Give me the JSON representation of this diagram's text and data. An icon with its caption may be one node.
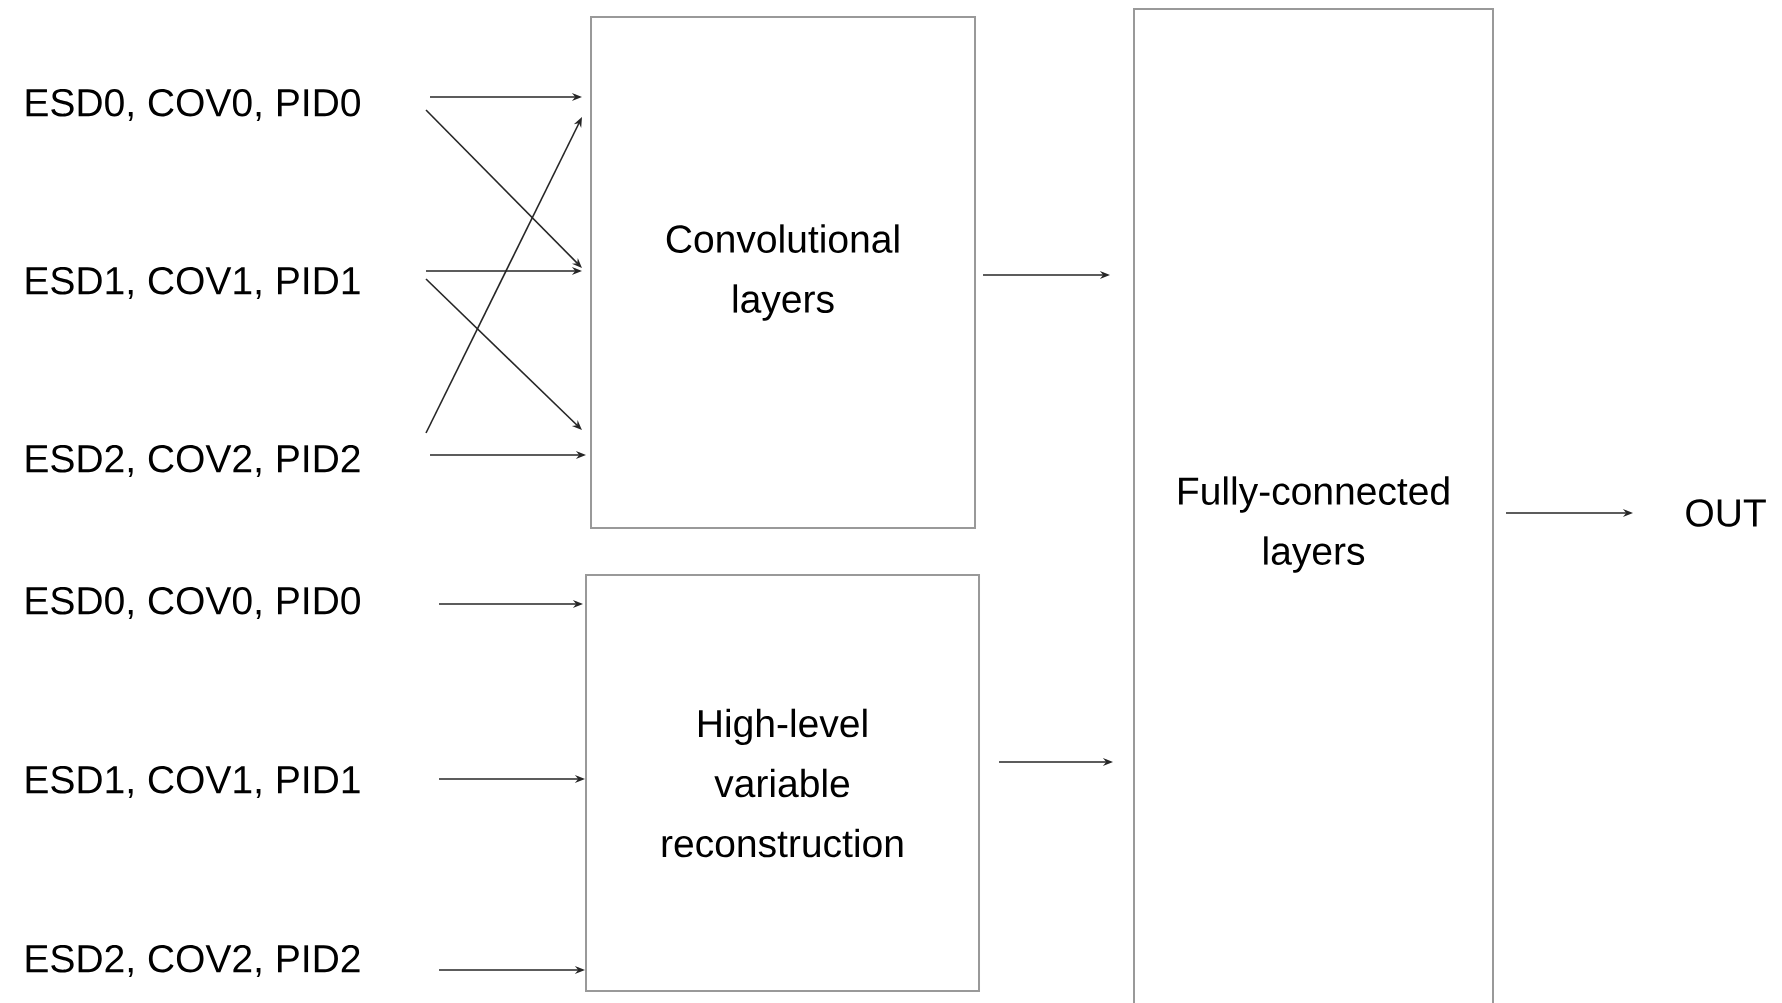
{
  "diagram": {
    "nodes": [
      {
        "text": [
          "ESD0, COV0, PID0"
        ]
      },
      {
        "text": [
          "ESD1, COV1, PID1"
        ]
      },
      {
        "text": [
          "ESD2, COV2, PID2"
        ]
      },
      {
        "text": [
          "Convolutional layers"
        ]
      },
      {
        "text": [
          "ESD0, COV0, PID0"
        ]
      },
      {
        "text": [
          "ESD1, COV1, PID1"
        ]
      },
      {
        "text": [
          "ESD2, COV2, PID2"
        ]
      },
      {
        "text": [
          "High-level variable reconstruction"
        ]
      },
      {
        "text": [
          "Fully-connected layers"
        ]
      },
      {
        "text": [
          "OUT"
        ]
      }
    ],
    "edges": [
      {
        "from": 0,
        "to": 3,
        "arrow": "to"
      },
      {
        "from": 0,
        "to": 3,
        "arrow": "to"
      },
      {
        "from": 1,
        "to": 3,
        "arrow": "to"
      },
      {
        "from": 1,
        "to": 3,
        "arrow": "to"
      },
      {
        "from": 2,
        "to": 3,
        "arrow": "to"
      },
      {
        "from": 2,
        "to": 3,
        "arrow": "to"
      },
      {
        "from": 4,
        "to": 7,
        "arrow": "to"
      },
      {
        "from": 5,
        "to": 7,
        "arrow": "to"
      },
      {
        "from": 6,
        "to": 7,
        "arrow": "to"
      },
      {
        "from": 3,
        "to": 8,
        "arrow": "to"
      },
      {
        "from": 7,
        "to": 8,
        "arrow": "to"
      },
      {
        "from": 8,
        "to": 9,
        "arrow": "to"
      }
    ]
  }
}
